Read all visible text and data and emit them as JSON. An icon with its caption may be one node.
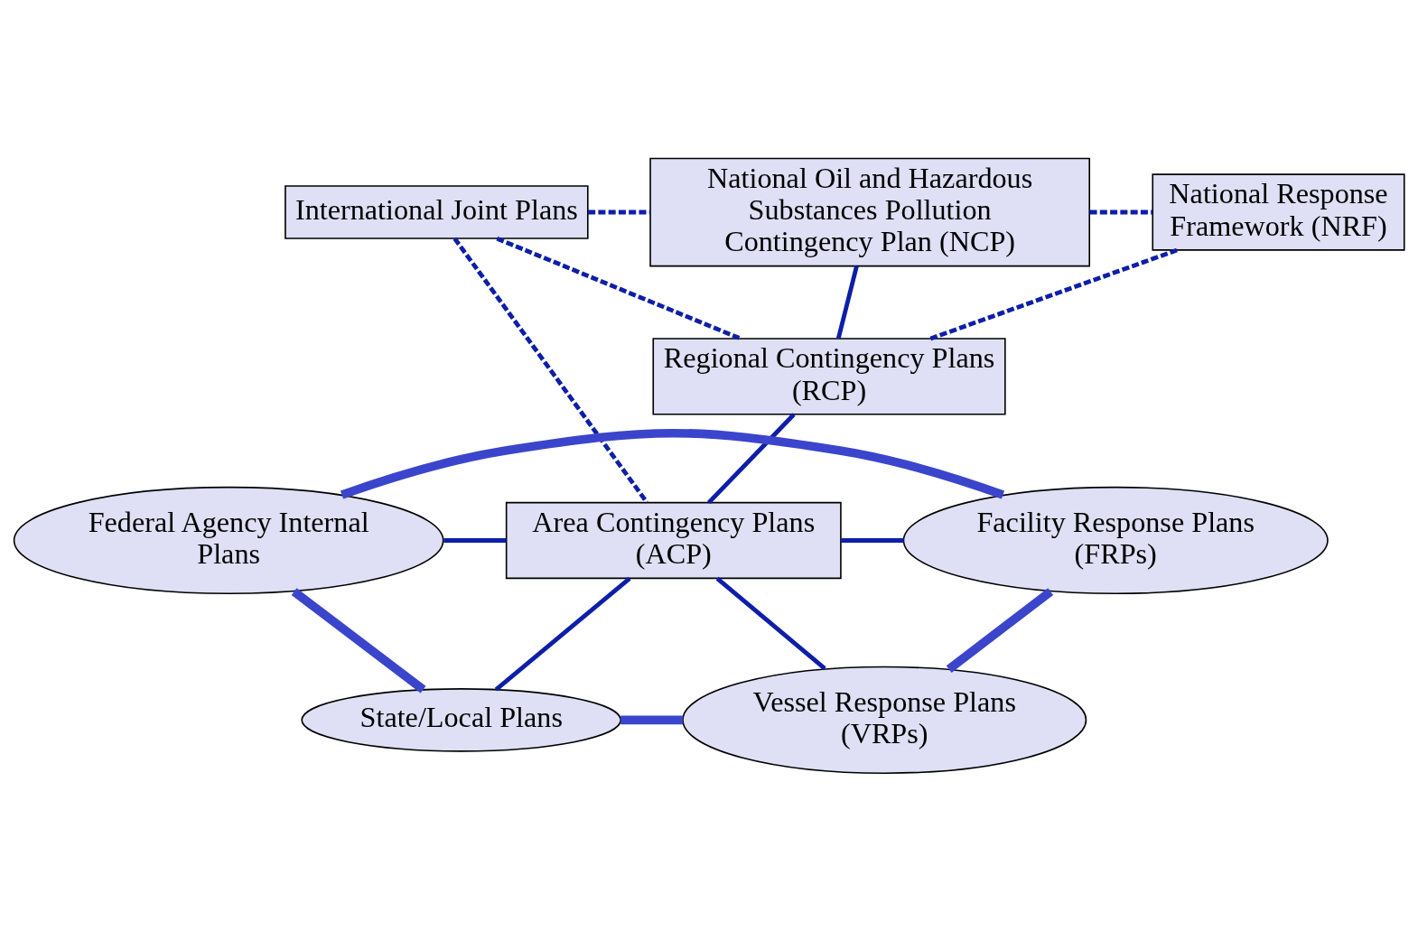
{
  "diagram": {
    "nodes": [
      {
        "text": [
          "International Joint Plans"
        ]
      },
      {
        "text": [
          "National Oil and Hazardous Substances Pollution Contingency Plan (NCP)"
        ]
      },
      {
        "text": [
          "National Response Framework (NRF)"
        ]
      },
      {
        "text": [
          "Regional Contingency Plans (RCP)"
        ]
      },
      {
        "text": [
          "Federal Agency Internal Plans"
        ]
      },
      {
        "text": [
          "Area Contingency Plans (ACP)"
        ]
      },
      {
        "text": [
          "Facility Response Plans (FRPs)"
        ]
      },
      {
        "text": [
          "State/Local Plans"
        ]
      },
      {
        "text": [
          "Vessel Response Plans (VRPs)"
        ]
      }
    ],
    "edges": [
      {
        "from": 0,
        "to": 1,
        "arrow": "none",
        "style": "dashed"
      },
      {
        "from": 0,
        "to": 3,
        "arrow": "none",
        "style": "dashed"
      },
      {
        "from": 0,
        "to": 5,
        "arrow": "none",
        "style": "dashed"
      },
      {
        "from": 1,
        "to": 2,
        "arrow": "none",
        "style": "dashed"
      },
      {
        "from": 3,
        "to": 2,
        "arrow": "none",
        "style": "dashed"
      },
      {
        "from": 1,
        "to": 3,
        "arrow": "none"
      },
      {
        "from": 3,
        "to": 5,
        "arrow": "none"
      },
      {
        "from": 4,
        "to": 5,
        "arrow": "none"
      },
      {
        "from": 5,
        "to": 6,
        "arrow": "none"
      },
      {
        "from": 5,
        "to": 7,
        "arrow": "none"
      },
      {
        "from": 5,
        "to": 8,
        "arrow": "none"
      },
      {
        "from": 4,
        "to": 6,
        "arrow": "none",
        "style": "thick",
        "color": "#3b45cc"
      },
      {
        "from": 4,
        "to": 7,
        "arrow": "none",
        "style": "thick",
        "color": "#3b45cc"
      },
      {
        "from": 6,
        "to": 8,
        "arrow": "none",
        "style": "thick",
        "color": "#3b45cc"
      },
      {
        "from": 7,
        "to": 8,
        "arrow": "none",
        "style": "thick",
        "color": "#3b45cc"
      }
    ]
  }
}
